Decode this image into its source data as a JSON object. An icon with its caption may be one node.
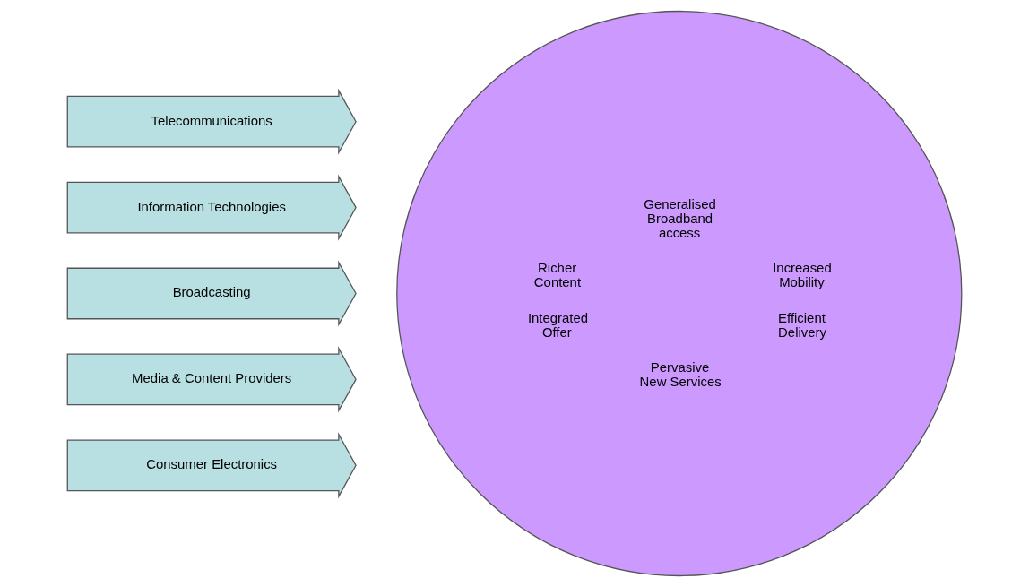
{
  "diagram": {
    "nodes": [
      {
        "text": [
          "Telecommunications"
        ]
      },
      {
        "text": [
          "Information Technologies"
        ]
      },
      {
        "text": [
          "Broadcasting"
        ]
      },
      {
        "text": [
          "Media & Content Providers"
        ]
      },
      {
        "text": [
          "Consumer Electronics"
        ]
      },
      {
        "text": [
          "Generalised Broadband access",
          "Richer Content",
          "Increased Mobility",
          "Integrated Offer",
          "Efficient Delivery",
          "Pervasive New Services"
        ]
      }
    ],
    "edges": []
  }
}
